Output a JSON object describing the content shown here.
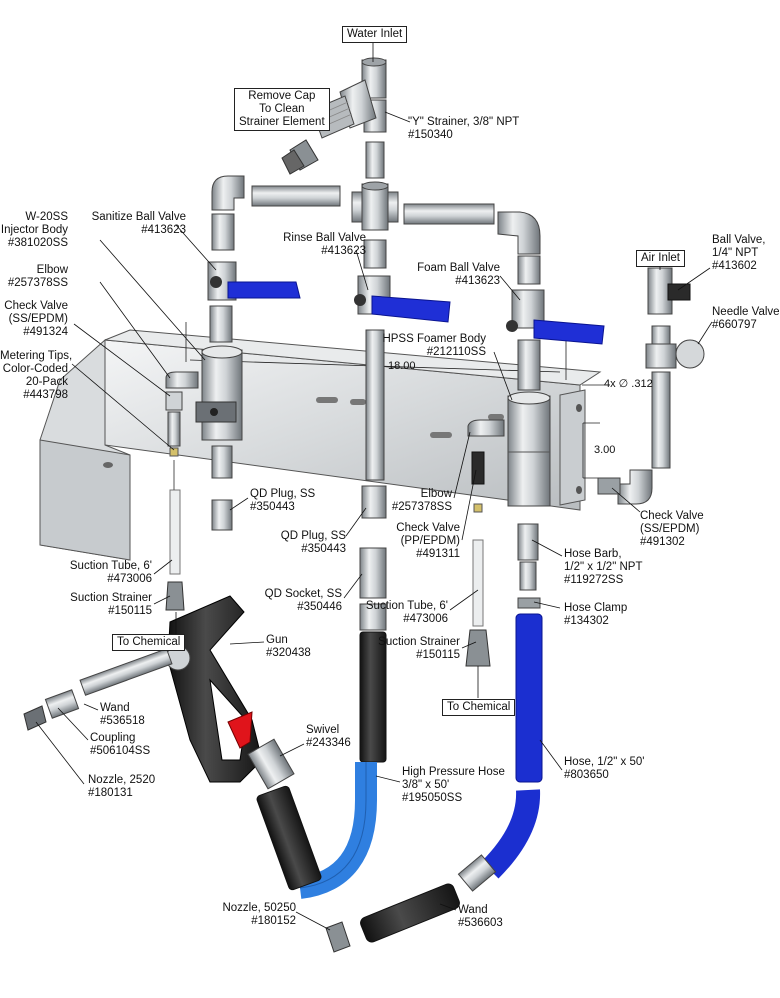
{
  "labels": {
    "water_inlet": "Water Inlet",
    "remove_cap": "Remove Cap\nTo Clean\nStrainer Element",
    "y_strainer": "\"Y\" Strainer, 3/8\" NPT\n#150340",
    "sanitize_valve": "Sanitize Ball Valve\n#413623",
    "w20ss": "W-20SS\nInjector Body\n#381020SS",
    "elbow_left": "Elbow\n#257378SS",
    "check_valve_left": "Check Valve\n(SS/EPDM)\n#491324",
    "metering_tips": "Metering Tips,\nColor-Coded\n20-Pack\n#443798",
    "rinse_valve": "Rinse Ball Valve\n#413623",
    "foam_valve": "Foam Ball Valve\n#413623",
    "air_inlet": "Air Inlet",
    "ball_valve_air": "Ball Valve,\n1/4\" NPT\n#413602",
    "needle_valve": "Needle Valve\n#660797",
    "hpss_body": "HPSS Foamer Body\n#212110SS",
    "dim_18": "18.00",
    "dim_holes": "4x ∅ .312",
    "dim_3": "3.00",
    "check_valve_right": "Check Valve\n(SS/EPDM)\n#491302",
    "qd_plug_1": "QD Plug, SS\n#350443",
    "qd_plug_2": "QD Plug, SS\n#350443",
    "elbow_mid": "Elbow\n#257378SS",
    "check_valve_mid": "Check Valve\n(PP/EPDM)\n#491311",
    "hose_barb": "Hose Barb,\n1/2\" x 1/2\" NPT\n#119272SS",
    "suction_tube_left": "Suction Tube, 6'\n#473006",
    "suction_strainer_left": "Suction Strainer\n#150115",
    "to_chemical_left": "To Chemical",
    "qd_socket": "QD Socket, SS\n#350446",
    "suction_tube_mid": "Suction Tube, 6'\n#473006",
    "hose_clamp": "Hose Clamp\n#134302",
    "gun": "Gun\n#320438",
    "suction_strainer_mid": "Suction Strainer\n#150115",
    "to_chemical_mid": "To Chemical",
    "wand_left": "Wand\n#536518",
    "coupling": "Coupling\n#506104SS",
    "nozzle_2520": "Nozzle, 2520\n#180131",
    "swivel": "Swivel\n#243346",
    "hp_hose": "High Pressure Hose\n3/8\" x 50'\n#195050SS",
    "hose_half": "Hose, 1/2\" x 50'\n#803650",
    "nozzle_50250": "Nozzle, 50250\n#180152",
    "wand_right": "Wand\n#536603"
  },
  "colors": {
    "steel": "#cfd3d6",
    "steel_dark": "#8d9297",
    "handle_blue": "#1f2fd6",
    "hose_blue": "#1b2fd0",
    "hp_hose_blue": "#2f7fe0",
    "gun_black": "#2a2a2a",
    "trigger_red": "#e0141b"
  }
}
